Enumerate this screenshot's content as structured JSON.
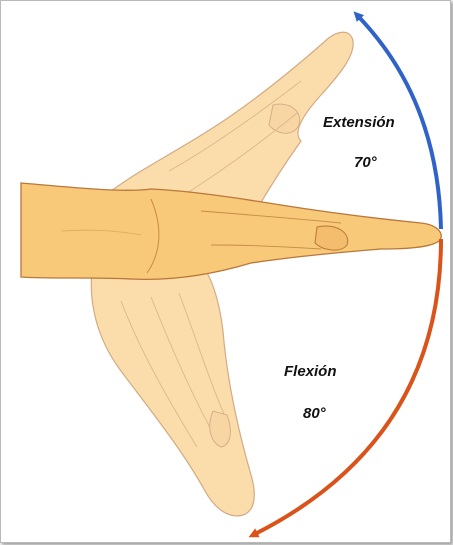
{
  "labels": {
    "extension": "Extensión",
    "extension_angle": "70°",
    "flexion": "Flexión",
    "flexion_angle": "80°"
  },
  "colors": {
    "extension_arc": "#2f63c9",
    "flexion_arc": "#d9531b",
    "skin_fill": "#f7c978",
    "skin_outline": "#b9773a"
  },
  "icons": {
    "extension_arrow": "arrow-up-icon",
    "flexion_arrow": "arrow-down-icon"
  }
}
